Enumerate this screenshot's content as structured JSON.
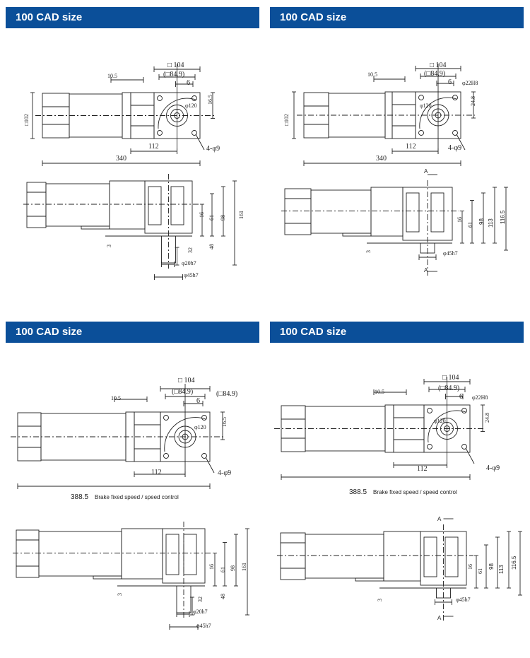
{
  "panels": [
    {
      "title": "100 CAD size",
      "top_view": {
        "square": "□ 104",
        "inner_square": "(□84.9)",
        "key": "6",
        "flange": "10.5",
        "offset": "16.5",
        "pcd": "φ120",
        "body": "□102",
        "shaft_pos": "112",
        "holes": "4-φ9",
        "length": "340"
      },
      "side_view": {
        "d16": "16",
        "d61": "61",
        "d98": "98",
        "d161": "161",
        "d3": "3",
        "d32": "32",
        "d48": "48",
        "shaft": "φ20h7",
        "boss": "φ45h7"
      }
    },
    {
      "title": "100 CAD size",
      "top_view": {
        "square": "□ 104",
        "inner_square": "(□84.9)",
        "key": "6",
        "bore": "φ22H8",
        "flange": "10.5",
        "offset": "24.8",
        "pcd": "φ120",
        "body": "□102",
        "shaft_pos": "112",
        "holes": "4-φ9",
        "length": "340"
      },
      "side_view": {
        "section_top": "A",
        "section_bottom": "A",
        "d16": "16",
        "d61": "61",
        "d98": "98",
        "d113": "113",
        "d116": "116.5",
        "d3": "3",
        "boss": "φ45h7"
      }
    },
    {
      "title": "100 CAD size",
      "top_view": {
        "square": "□ 104",
        "inner_square": "(□84.9)",
        "side_note": "(□84.9)",
        "key": "6",
        "flange": "10.5",
        "offset": "16.5",
        "pcd": "φ120",
        "shaft_pos": "112",
        "holes": "4-φ9",
        "length": "388.5",
        "length_note": "Brake fixed speed / speed control"
      },
      "side_view": {
        "d16": "16",
        "d61": "61",
        "d98": "98",
        "d161": "161",
        "d3": "3",
        "d32": "32",
        "d48": "48",
        "shaft": "φ20h7",
        "boss": "φ45h7"
      }
    },
    {
      "title": "100 CAD size",
      "top_view": {
        "square": "□ 104",
        "inner_square": "(□84.9)",
        "key": "6",
        "bore": "φ22H8",
        "flange": "10.5",
        "offset": "24.8",
        "pcd": "φ120",
        "shaft_pos": "112",
        "holes": "4-φ9",
        "length": "388.5",
        "length_note": "Brake fixed speed / speed control"
      },
      "side_view": {
        "section_top": "A",
        "section_bottom": "A",
        "d16": "16",
        "d61": "61",
        "d98": "98",
        "d113": "113",
        "d116": "116.5",
        "d3": "3",
        "boss": "φ45h7"
      }
    }
  ],
  "colors": {
    "header_bg": "#0b4f99",
    "header_text": "#ffffff",
    "line": "#222222"
  }
}
